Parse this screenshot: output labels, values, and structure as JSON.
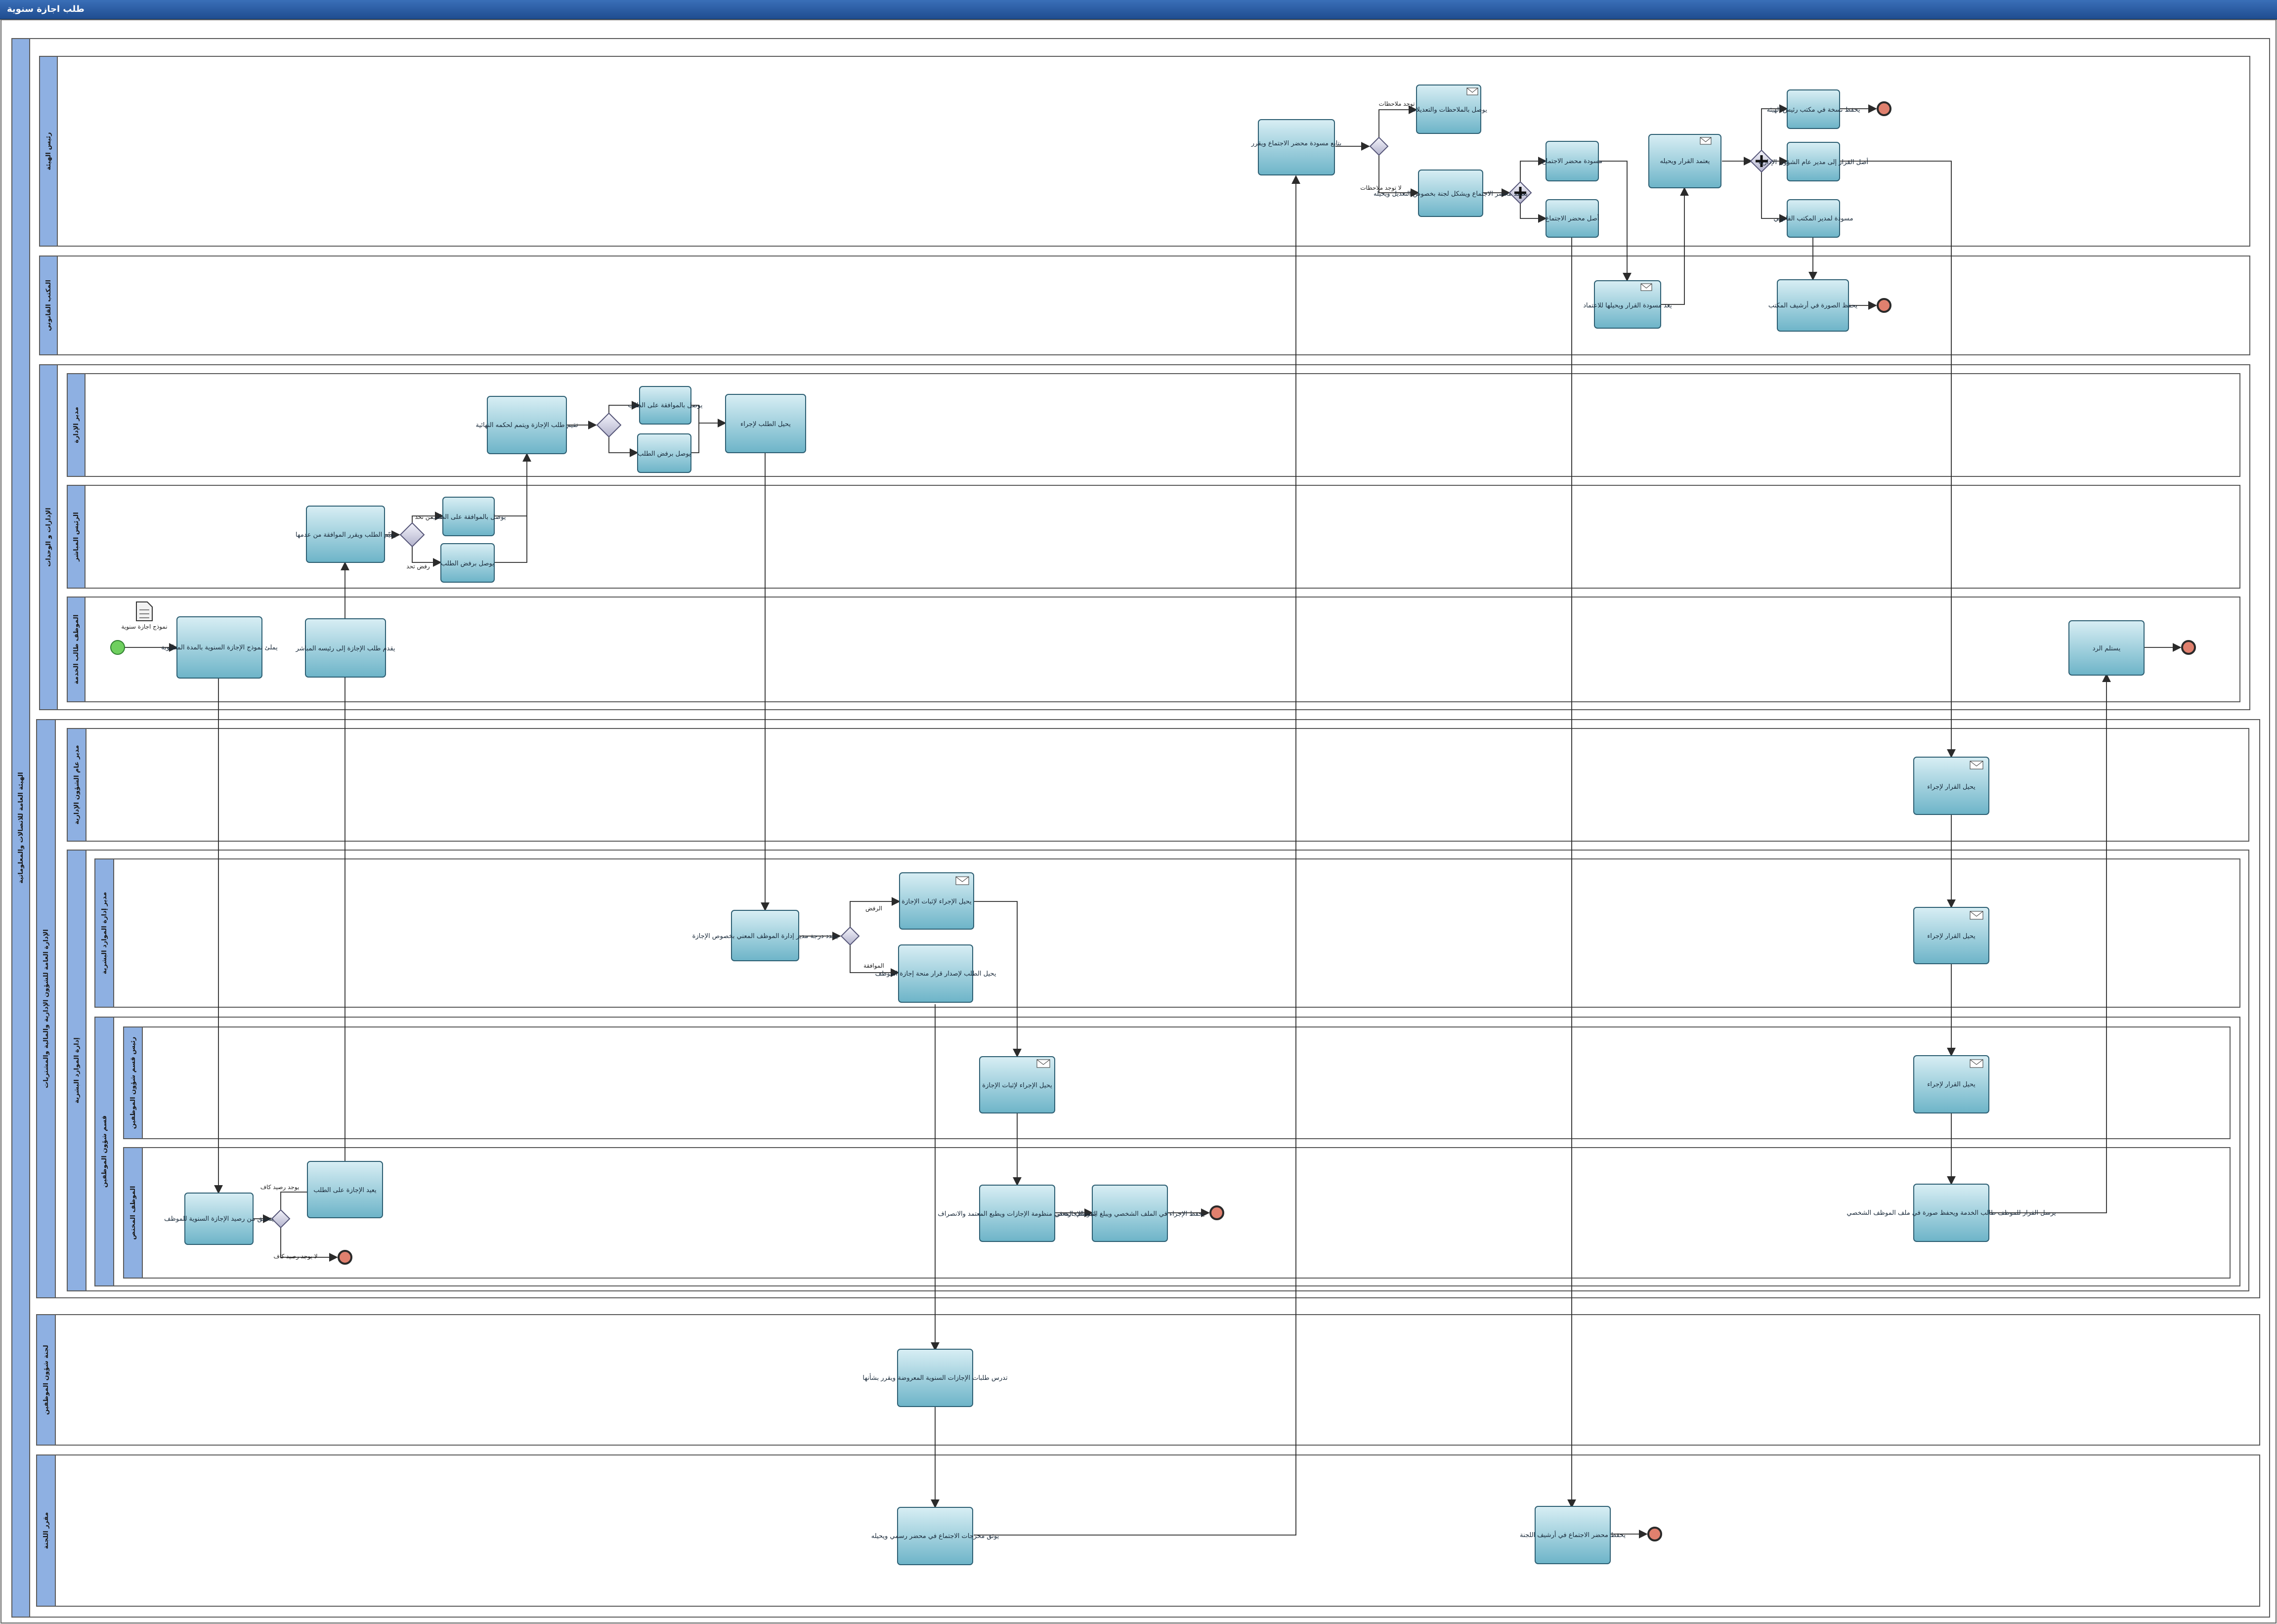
{
  "window": {
    "title": "طلب اجازة سنوية"
  },
  "pools": {
    "outer": "الهيئة العامة للاتصالات والمعلوماتية",
    "admin_finance": "الإدارة العامة للشؤون الإدارية والمالية والمشتريات"
  },
  "lanes": {
    "president": "رئيس الهيئة",
    "legal_office": "المكتب القانوني",
    "dept_unit": "الإدارات و الوحدات",
    "dept_director": "مدير الإدارة",
    "direct_boss": "الرئيس المباشر",
    "employee": "الموظف طالب الخدمة",
    "admin_affairs_director": "مدير عام الشؤون الإدارية",
    "hr_manager": "مدير إدارة الموارد البشرية",
    "hr_dept": "إدارة الموارد البشرية",
    "personnel_section": "قسم شؤون الموظفين",
    "personnel_head": "رئيس قسم شؤون الموظفين",
    "personnel_officer": "الموظف المختص",
    "committee": "لجنة شؤون الموظفين",
    "secretary": "مقرر اللجنة"
  },
  "tasks": {
    "t_review_draft": "يتابع مسودة محضر الاجتماع ويقرر",
    "t_notes": "يوصل بالملاحظات والتعديلات",
    "t_sign_minutes": "يعتمد محضر الاجتماع ويشكل لجنة بخصوص التعديل ويحيله",
    "t_copy_minutes": "مسودة محضر الاجتماع",
    "t_send_minutes": "أصل محضر الاجتماع",
    "t_approve_decision": "يعتمد القرار ويحيله",
    "t_copy_office": "يحفظ نسخة في مكتب رئيس الهيئة",
    "t_send_original": "أصل القرار إلى مدير عام الشؤون الإدارية",
    "t_copy_legal": "مسودة لمدير المكتب القانوني",
    "t_draft_decision": "يعد مسودة القرار ويحيلها للاعتماد",
    "t_archive_legal": "يحفظ الصورة في أرشيف المكتب",
    "t_dept_review": "تقيم طلب الإجازة ويتمم لحكمه النهائية",
    "t_dept_approve": "يوصل بالموافقة على الطلب",
    "t_dept_reject": "يوصل برفض الطلب",
    "t_forward": "يحيل الطلب لإجراء",
    "t_boss_review": "يقيّم الطلب ويقرر الموافقة من عدمها",
    "t_boss_approve": "يوصل بالموافقة على الطلب",
    "t_boss_reject": "يوصل برفض الطلب",
    "t_fill_form": "يملئ نموذج الإجازة السنوية بالمدة المطلوبة",
    "t_submit": "يقدم طلب الإجازة إلى رئيسه المباشر",
    "t_receive_reply": "يستلم الرد",
    "t_gm_action": "يحيل القرار لإجراء",
    "t_hr_check": "يحدد درجة مدير إدارة الموظف المعني بخصوص الإجازة",
    "t_hr_forward": "يحيل الإجراء لإثبات الإجازة",
    "t_hr_committee": "يحيل الطلب لإصدار قرار منحة إجازة الموظف",
    "t_hr_mgr_dec": "يحيل القرار لإجراء",
    "t_head_forward": "يحيل الإجراء لإثبات الإجازة",
    "t_head_dec": "يحيل القرار لإجراء",
    "t_verify_balance": "يتحقق من رصيد الإجازة السنوية للموظف",
    "t_return_request": "يعيد الإجازة على الطلب",
    "t_record": "يثبت الإجازة في منظومة الإجازات ويطبع المعتمد والانصراف",
    "t_file": "يحفظ الإجراء في الملف الشخصي ويبلغ الموظف المعني",
    "t_notify_employee": "يرسل القرار للموظف طالب الخدمة ويحفظ صورة في ملف الموظف الشخصي",
    "t_committee_review": "تدرس طلبات الإجازات السنوية المعروضة ويقرر بشأنها",
    "t_secretary_minutes": "يوثق مخرجات الاجتماع في محضر رسمي ويحيله",
    "t_archive_minutes": "يحفظ محضر الاجتماع في أرشيف اللجنة"
  },
  "labels": {
    "has_notes": "توجد ملاحظات",
    "no_notes": "لا توجد ملاحظات",
    "yes": "من تحد",
    "no": "رفض تحد",
    "reject": "الرفض",
    "approve": "الموافقة",
    "has_balance": "يوجد رصيد كاف",
    "no_balance": "لا يوجد رصيد كاف",
    "form_doc": "نموذج اجازة سنوية"
  },
  "colors": {
    "lane_header": "#8eb0e2",
    "task_top": "#d8eef4",
    "task_bottom": "#6db4c8",
    "title_bar": "#2a5a9f"
  }
}
